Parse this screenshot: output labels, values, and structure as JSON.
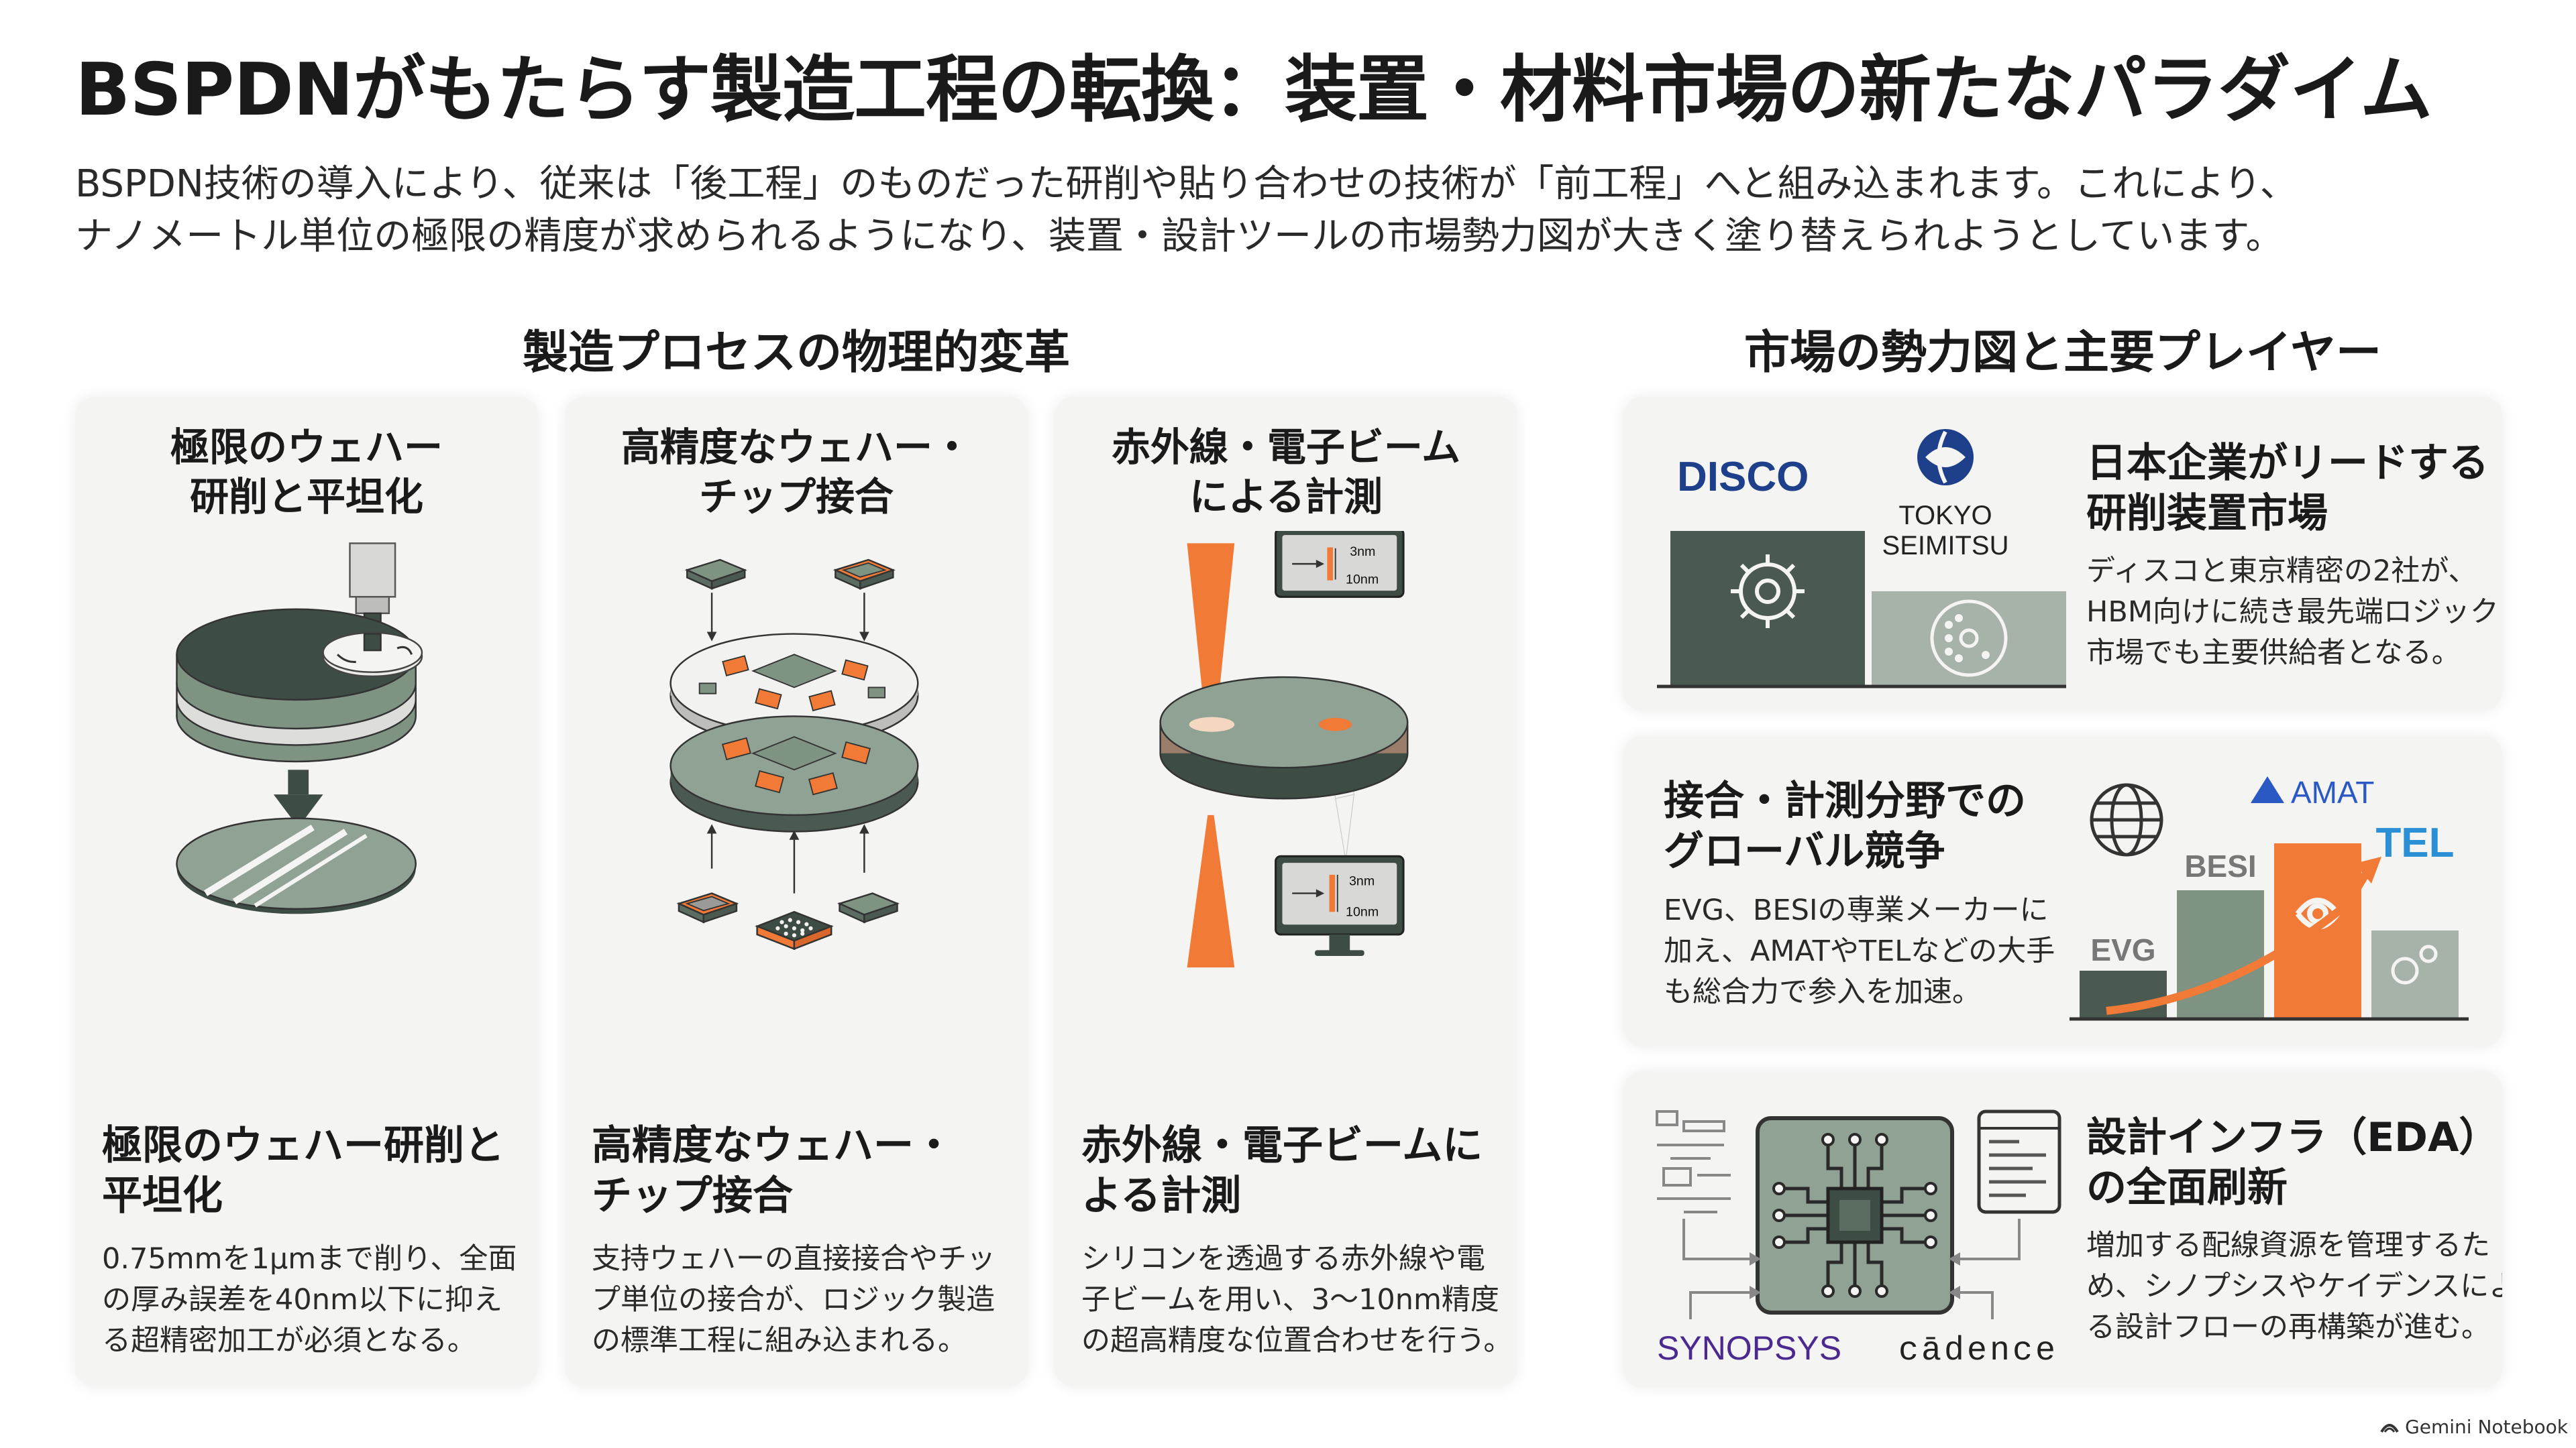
{
  "header": {
    "title": "BSPDNがもたらす製造工程の転換：装置・材料市場の新たなパラダイム",
    "subtitle_line1": "BSPDN技術の導入により、従来は「後工程」のものだった研削や貼り合わせの技術が「前工程」へと組み込まれます。これにより、",
    "subtitle_line2": "ナノメートル単位の極限の精度が求められるようになり、装置・設計ツールの市場勢力図が大きく塗り替えられようとしています。"
  },
  "sections": {
    "left": "製造プロセスの物理的変革",
    "right": "市場の勢力図と主要プレイヤー"
  },
  "process_cards": [
    {
      "top_line1": "極限のウェハー",
      "top_line2": "研削と平坦化",
      "bottom_title_line1": "極限のウェハー研削と",
      "bottom_title_line2": "平坦化",
      "desc_line1": "0.75mmを1µmまで削り、全面",
      "desc_line2": "の厚み誤差を40nm以下に抑え",
      "desc_line3": "る超精密加工が必須となる。"
    },
    {
      "top_line1": "高精度なウェハー・",
      "top_line2": "チップ接合",
      "bottom_title_line1": "高精度なウェハー・",
      "bottom_title_line2": "チップ接合",
      "desc_line1": "支持ウェハーの直接接合やチッ",
      "desc_line2": "プ単位の接合が、ロジック製造",
      "desc_line3": "の標準工程に組み込まれる。"
    },
    {
      "top_line1": "赤外線・電子ビーム",
      "top_line2": "による計測",
      "bottom_title_line1": "赤外線・電子ビームに",
      "bottom_title_line2": "よる計測",
      "desc_line1": "シリコンを透過する赤外線や電",
      "desc_line2": "子ビームを用い、3〜10nm精度",
      "desc_line3": "の超高精度な位置合わせを行う。",
      "measure_top": "3nm",
      "measure_bottom": "10nm"
    }
  ],
  "market_cards": [
    {
      "title_line1": "日本企業がリードする",
      "title_line2": "研削装置市場",
      "desc_line1": "ディスコと東京精密の2社が、",
      "desc_line2": "HBM向けに続き最先端ロジック",
      "desc_line3": "市場でも主要供給者となる。",
      "logo_disco": "DISCO",
      "logo_tokyo1": "TOKYO",
      "logo_tokyo2": "SEIMITSU"
    },
    {
      "title_line1": "接合・計測分野での",
      "title_line2": "グローバル競争",
      "desc_line1": "EVG、BESIの専業メーカーに",
      "desc_line2": "加え、AMATやTELなどの大手",
      "desc_line3": "も総合力で参入を加速。",
      "logo_evg": "EVG",
      "logo_besi": "BESI",
      "logo_amat": "AMAT",
      "logo_tel": "TEL"
    },
    {
      "title_line1": "設計インフラ（EDA）",
      "title_line2": "の全面刷新",
      "desc_line1": "増加する配線資源を管理するた",
      "desc_line2": "め、シノプシスやケイデンスによ",
      "desc_line3": "る設計フローの再構築が進む。",
      "logo_synopsys": "SYNOPSYS",
      "logo_cadence": "cādence"
    }
  ],
  "footer": {
    "brand": "Gemini Notebook"
  },
  "colors": {
    "sage": "#7f9383",
    "dark_green": "#3e4d44",
    "orange": "#f07a36",
    "card_bg": "#f4f4f3"
  }
}
